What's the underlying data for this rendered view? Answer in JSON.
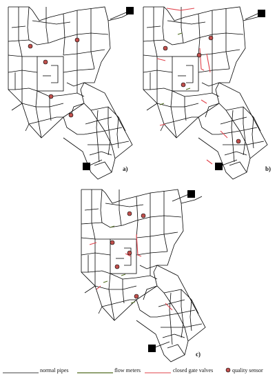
{
  "panels": [
    {
      "label": "a)"
    },
    {
      "label": "b)"
    },
    {
      "label": "c)"
    }
  ],
  "legend": {
    "items": [
      {
        "label": "normal pipes",
        "type": "line",
        "color": "#000000"
      },
      {
        "label": "flow meters",
        "type": "line",
        "color": "#4f6b1e"
      },
      {
        "label": "closed gate valves",
        "type": "line",
        "color": "#e0404a"
      },
      {
        "label": "quality sensor",
        "type": "dot",
        "color": "#c0504d"
      }
    ]
  }
}
